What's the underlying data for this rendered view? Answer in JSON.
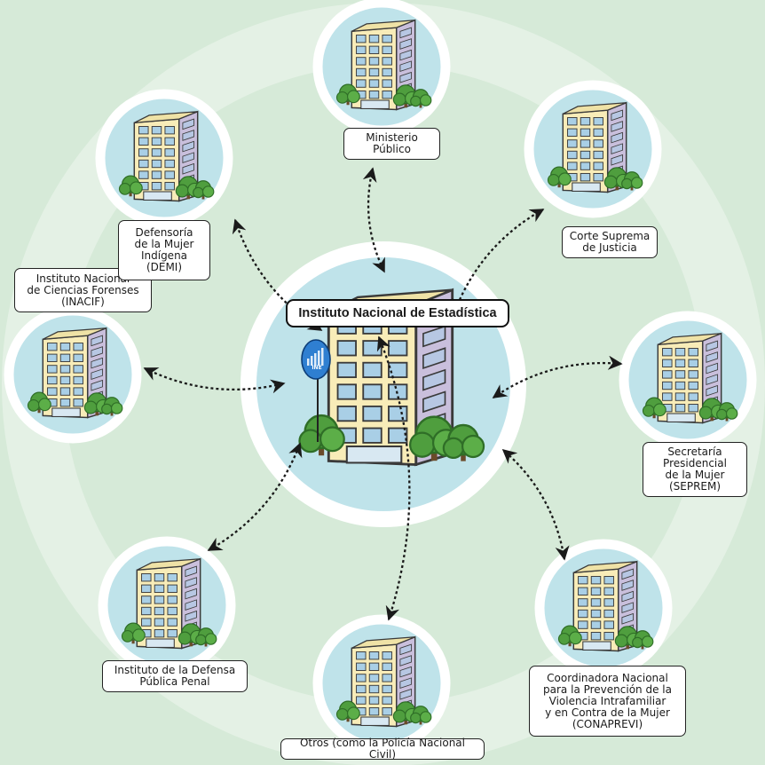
{
  "diagram": {
    "center": {
      "label": "Instituto Nacional de Estadística",
      "logo_text": "INE",
      "logo_icon": "ine-globe-logo"
    },
    "nodes": [
      {
        "id": "ministerio-publico",
        "label": "Ministerio\nPúblico",
        "icon": "building-icon"
      },
      {
        "id": "corte-suprema",
        "label": "Corte Suprema\nde Justicia",
        "icon": "building-icon"
      },
      {
        "id": "seprem",
        "label": "Secretaría\nPresidencial\nde la Mujer\n(SEPREM)",
        "icon": "building-icon"
      },
      {
        "id": "conaprevi",
        "label": "Coordinadora Nacional\npara la Prevención de la\nViolencia Intrafamiliar\ny en Contra de la Mujer\n(CONAPREVI)",
        "icon": "building-icon"
      },
      {
        "id": "otros",
        "label": "Otros (como la Policía Nacional Civil)",
        "icon": "building-icon"
      },
      {
        "id": "defensa-publica",
        "label": "Instituto de la Defensa\nPública Penal",
        "icon": "building-icon"
      },
      {
        "id": "inacif",
        "label": "Instituto Nacional\nde Ciencias Forenses\n(INACIF)",
        "icon": "building-icon"
      },
      {
        "id": "demi",
        "label": "Defensoría\nde la Mujer\nIndígena\n(DEMI)",
        "icon": "building-icon"
      }
    ],
    "connector": "bidirectional-dotted-arrow",
    "colors": {
      "background": "#d6ead8",
      "ring": "#e4f1e5",
      "circle_fill": "#bfe3ea",
      "circle_border": "#ffffff",
      "building_front": "#f8ecb8",
      "building_side": "#c9bfdc",
      "window": "#a9cfe6",
      "tree": "#4f9e3e",
      "tree_dark": "#2f6e27",
      "arrow": "#1a1a1a"
    }
  }
}
